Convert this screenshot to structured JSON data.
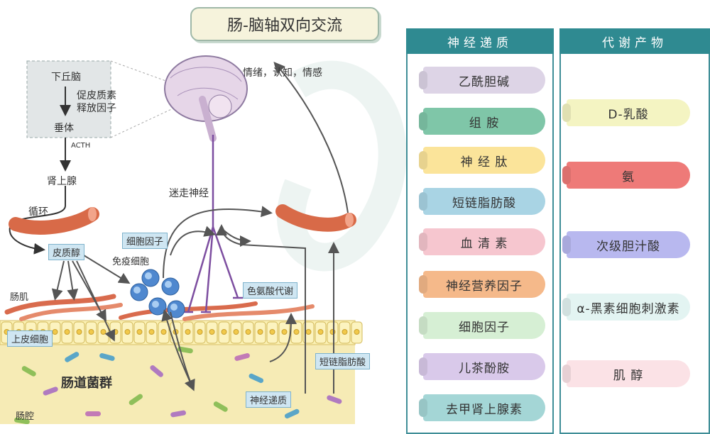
{
  "title": "肠-脑轴双向交流",
  "diagram": {
    "hpa_box": {
      "hypothalamus": "下丘脑",
      "crh": "促皮质素\n释放因子",
      "pituitary": "垂体"
    },
    "acth": "ACTH",
    "adrenal": "肾上腺",
    "circulation": "循环",
    "cortisol": "皮质醇",
    "muscle": "肠肌",
    "epithelium": "上皮细胞",
    "microbiota": "肠道菌群",
    "lumen": "肠腔",
    "cytokine": "细胞因子",
    "immune_cells": "免疫细胞",
    "vagus": "迷走神经",
    "tryptophan": "色氨酸代谢",
    "scfa": "短链脂肪酸",
    "neurotransmitter": "神经递质",
    "emotion": "情绪，认知，情感"
  },
  "columns": {
    "neuro": {
      "header": "神经递质",
      "items": [
        {
          "label": "乙酰胆碱",
          "color": "#ddd4e6"
        },
        {
          "label": "组 胺",
          "color": "#7fc6a8"
        },
        {
          "label": "神 经 肽",
          "color": "#fbe49a"
        },
        {
          "label": "短链脂肪酸",
          "color": "#a9d4e4"
        },
        {
          "label": "血 清 素",
          "color": "#f6c6cf"
        },
        {
          "label": "神经营养因子",
          "color": "#f5b98a"
        },
        {
          "label": "细胞因子",
          "color": "#d6efd4"
        },
        {
          "label": "儿茶酚胺",
          "color": "#d9c9ea"
        },
        {
          "label": "去甲肾上腺素",
          "color": "#a4d6d6"
        }
      ]
    },
    "metab": {
      "header": "代谢产物",
      "items": [
        {
          "label": "D-乳酸",
          "color": "#f4f4c2"
        },
        {
          "label": "氨",
          "color": "#ee7a78"
        },
        {
          "label": "次级胆汁酸",
          "color": "#b8b8ef"
        },
        {
          "label": "α-黑素细胞刺激素",
          "color": "#e3f4f2"
        },
        {
          "label": "肌 醇",
          "color": "#fbe2e6"
        }
      ]
    }
  },
  "colors": {
    "teal": "#2f8a91",
    "gut": "#f5e7a8",
    "muscle": "#d96b4d",
    "vagus": "#7d4ea0"
  }
}
